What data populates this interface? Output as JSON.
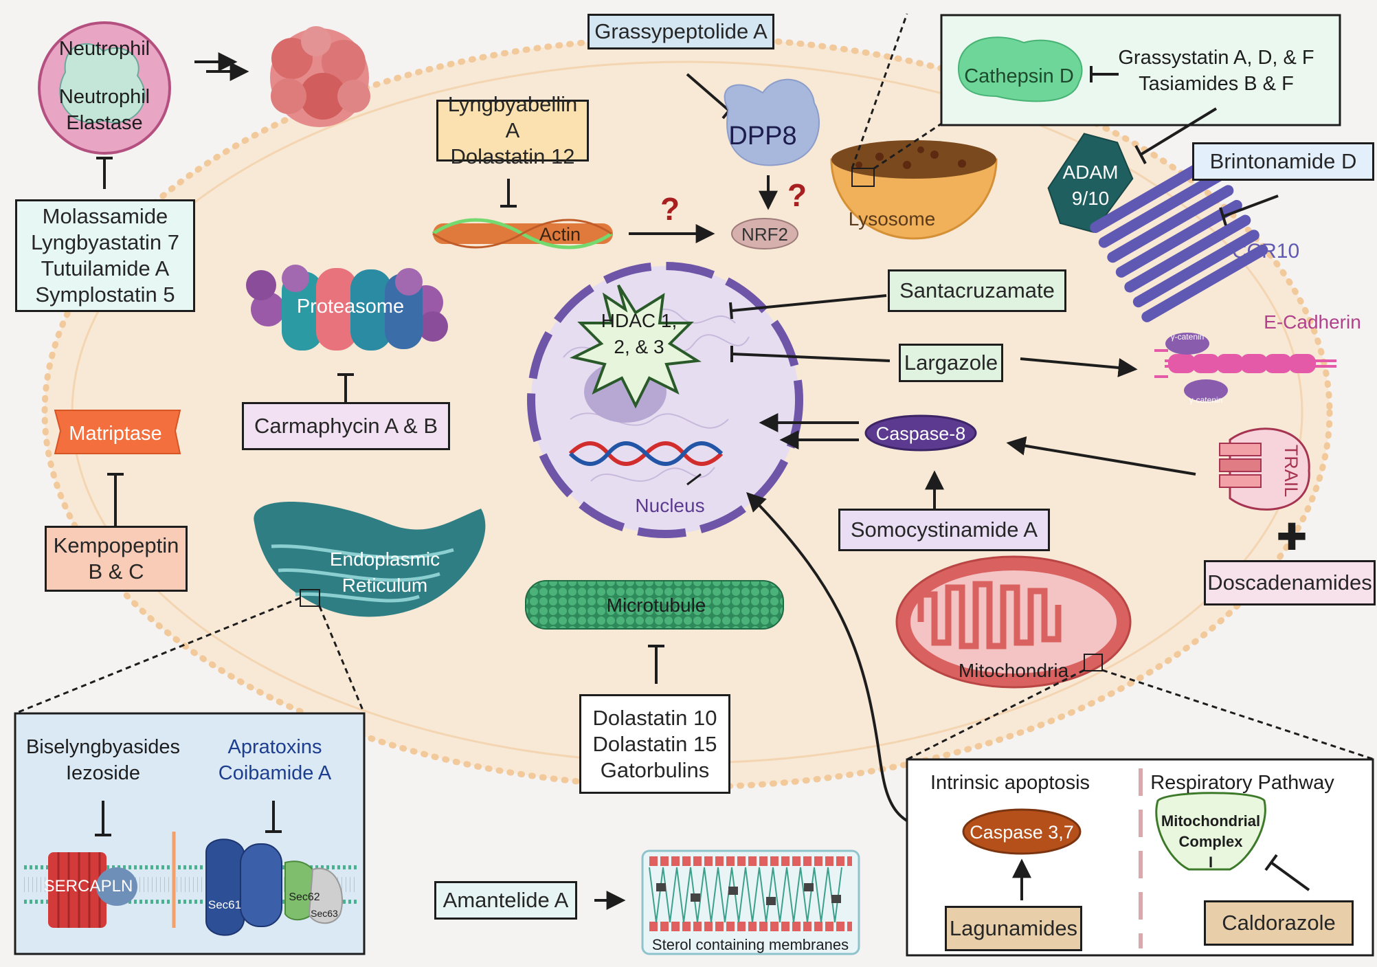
{
  "colors": {
    "background": "#f4f3f2",
    "cell": "#f8e8d6",
    "cell_border": "#f2c99a",
    "nucleus": "#e6def0",
    "nucleus_border": "#6e55a8",
    "er": "#2f7e83",
    "mitochondria": "#d9615f",
    "caspase8": "#5b3a8f",
    "caspase37": "#b5501a",
    "ccr10": "#5f59b3",
    "ecadherin": "#e45aa8",
    "trail": "#d45a6e",
    "adam": "#1f5f5f"
  },
  "cell": {
    "neutrophil": "Neutrophil",
    "neutrophil_elastase": "Neutrophil\nElastase",
    "proteasome": "Proteasome",
    "matriptase": "Matriptase",
    "actin": "Actin",
    "dpp8": "DPP8",
    "nrf2": "NRF2",
    "lysosome": "Lysosome",
    "cathepsin_d": "Cathepsin D",
    "adam": "ADAM\n9/10",
    "ccr10": "CCR10",
    "ecadherin": "E-Cadherin",
    "gamma_catenin": "γ-catenin",
    "trail": "TRAIL",
    "hdac": "HDAC 1,\n2, & 3",
    "nucleus": "Nucleus",
    "caspase8": "Caspase-8",
    "er": "Endoplasmic\nReticulum",
    "microtubule": "Microtubule",
    "mitochondria": "Mitochondria",
    "question_mark": "?",
    "plus": "✚"
  },
  "compounds": {
    "molassamide": "Molassamide\nLyngbyastatin 7\nTutuilamide A\nSymplostatin 5",
    "grassypeptolide": "Grassypeptolide A",
    "lyngbyabellin": "Lyngbyabellin A\nDolastatin 12",
    "grassystatin": "Grassystatin A, D, & F\nTasiamides B & F",
    "brintonamide": "Brintonamide D",
    "santacruzamate": "Santacruzamate",
    "largazole": "Largazole",
    "carmaphycin": "Carmaphycin A & B",
    "somocystinamide": "Somocystinamide A",
    "kempopeptin": "Kempopeptin\nB & C",
    "doscadenamides": "Doscadenamides",
    "dolastatin": "Dolastatin 10\nDolastatin 15\nGatorbulins",
    "amantelide": "Amantelide A"
  },
  "er_inset": {
    "biselyngbyasides": "Biselyngbyasides\nIezoside",
    "apratoxins": "Apratoxins\nCoibamide A",
    "serca": "SERCA",
    "pln": "PLN",
    "sec61": "Sec61",
    "sec62": "Sec62",
    "sec63": "Sec63"
  },
  "membrane_inset": {
    "label": "Sterol containing membranes"
  },
  "mito_inset": {
    "intrinsic": "Intrinsic apoptosis",
    "respiratory": "Respiratory Pathway",
    "caspase37": "Caspase 3,7",
    "complex": "Mitochondrial\nComplex\nI",
    "lagunamides": "Lagunamides",
    "caldorazole": "Caldorazole"
  }
}
